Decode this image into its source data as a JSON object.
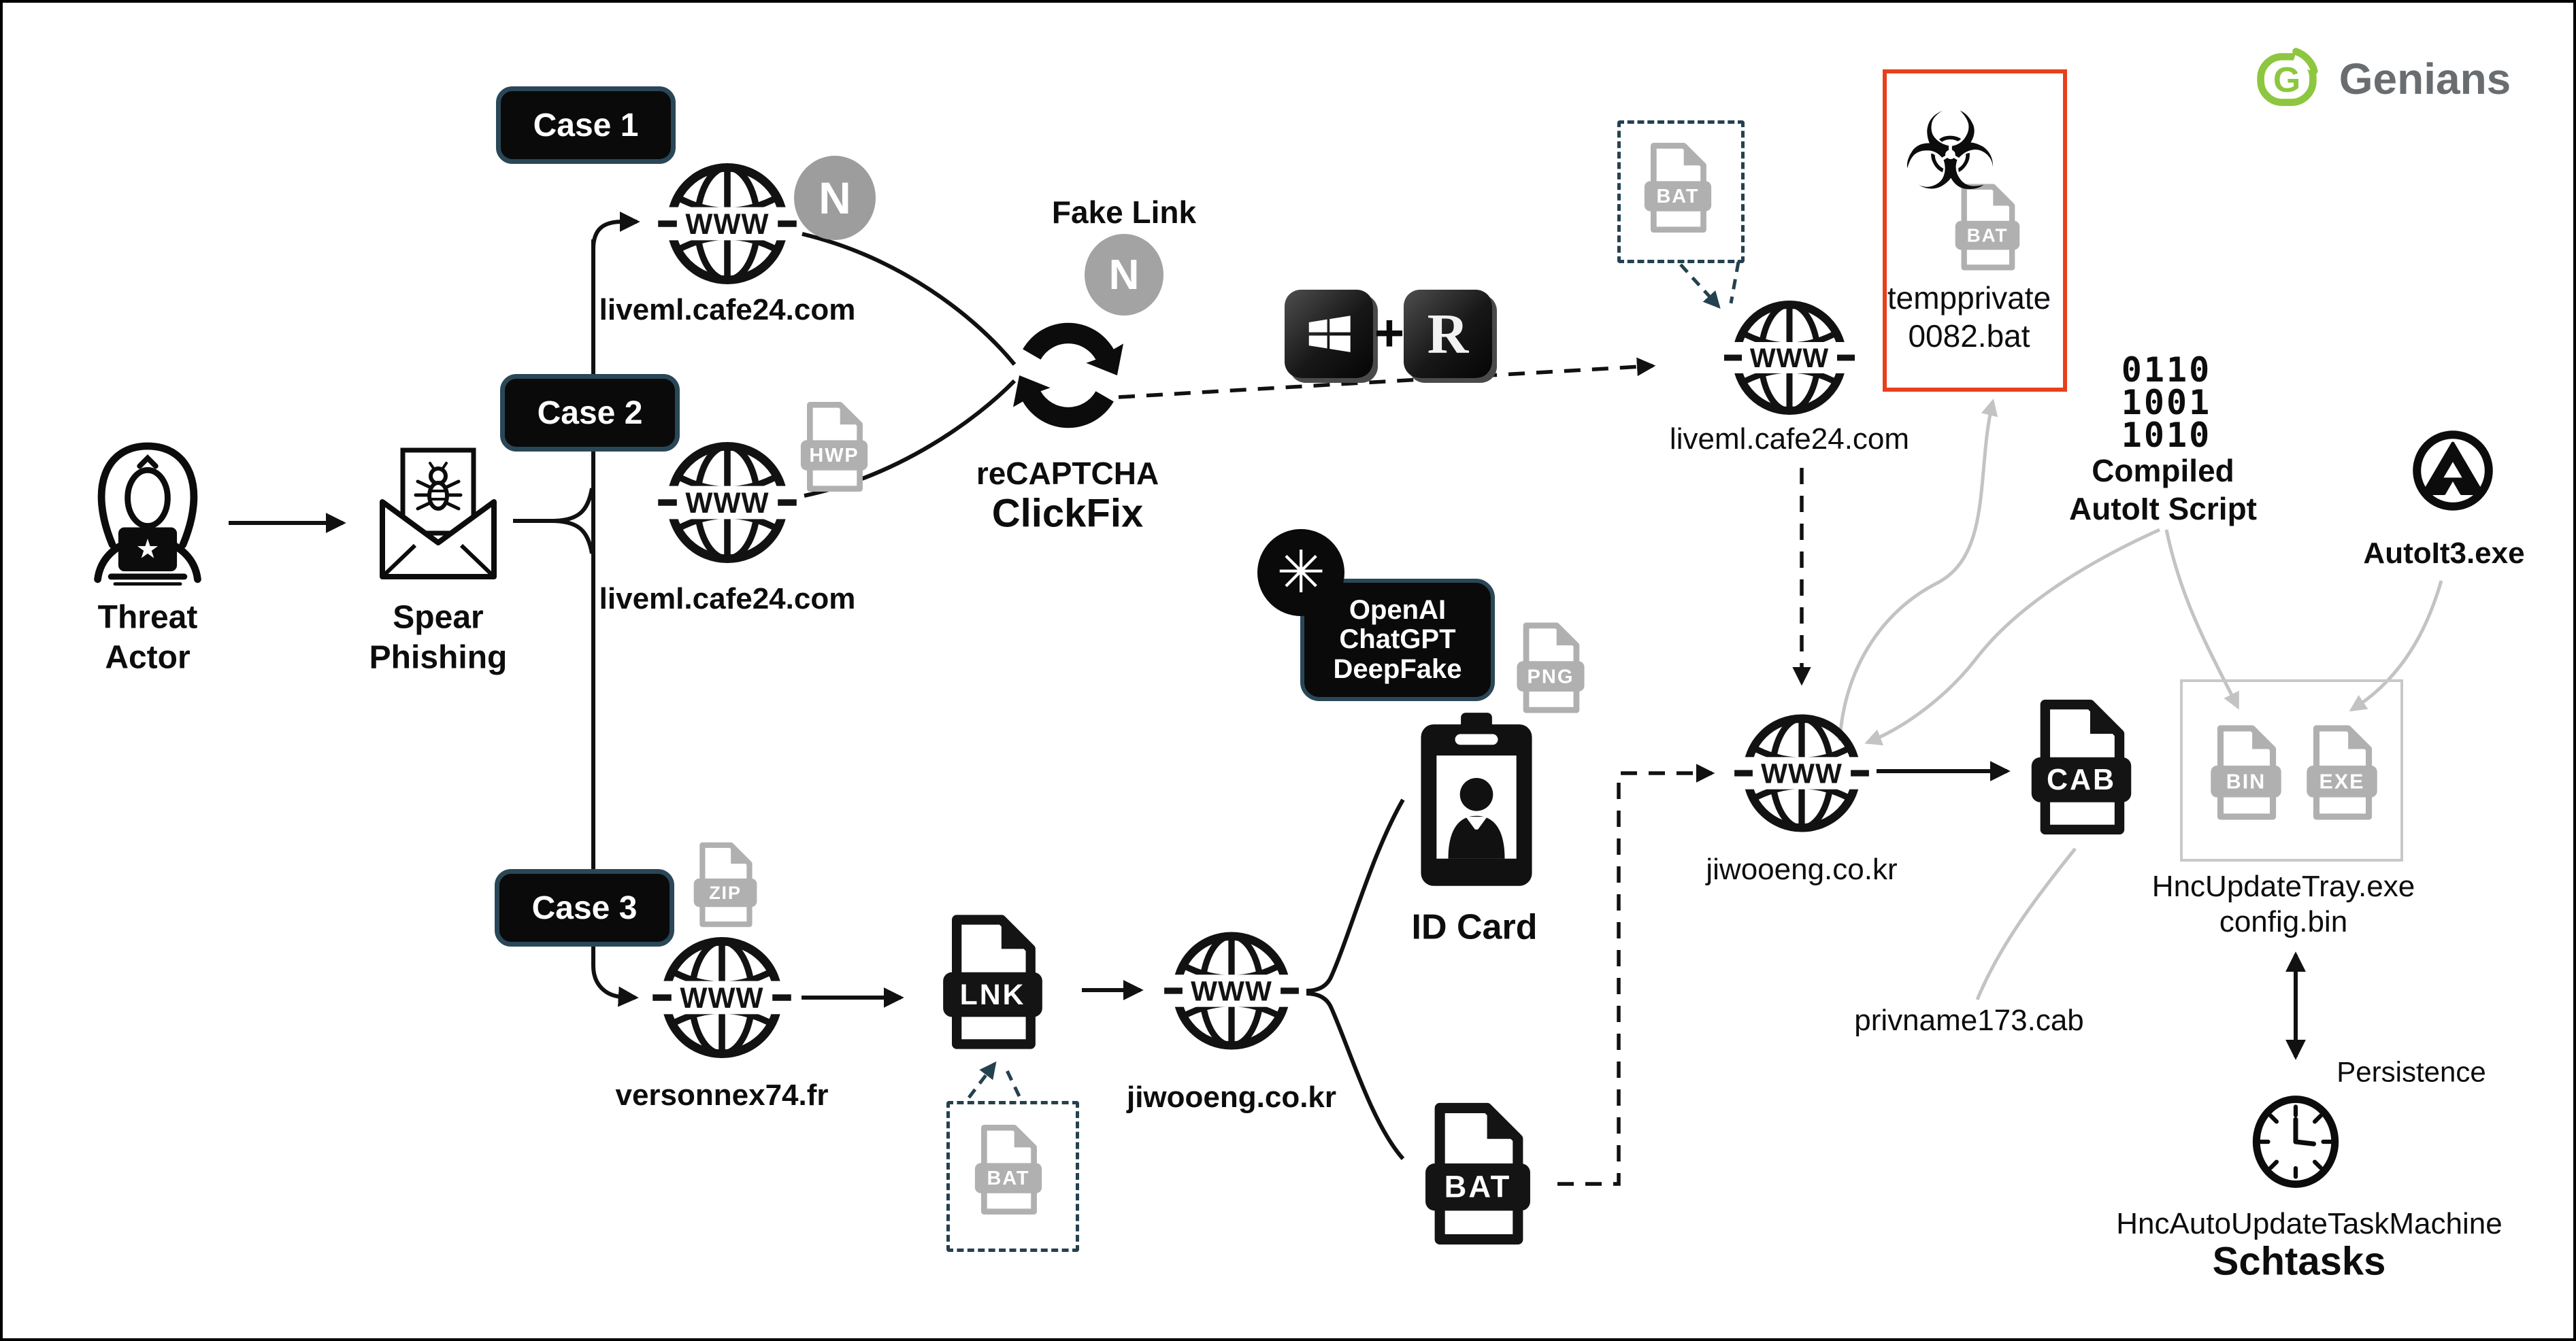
{
  "brand": {
    "name": "Genians",
    "mark_letter": "G"
  },
  "cases": {
    "case1": "Case 1",
    "case2": "Case 2",
    "case3": "Case 3"
  },
  "actors": {
    "threat_actor": "Threat\nActor",
    "spear_phishing": "Spear\nPhishing"
  },
  "domains": {
    "case1": "liveml.cafe24.com",
    "case2": "liveml.cafe24.com",
    "case3": "versonnex74.fr",
    "c2_mid": "liveml.cafe24.com",
    "jiwooeng_mid": "jiwooeng.co.kr",
    "jiwooeng_case3": "jiwooeng.co.kr"
  },
  "labels": {
    "fake_link": "Fake Link",
    "recaptcha": "reCAPTCHA",
    "clickfix": "ClickFix",
    "tempprivate": "tempprivate\n0082.bat",
    "binary": "0110\n1001\n1010",
    "compiled": "Compiled\nAutoIt Script",
    "autoit": "AutoIt3.exe",
    "openai_chip": "OpenAI\nChatGPT\nDeepFake",
    "id_card": "ID Card",
    "hnc_files": "HncUpdateTray.exe\nconfig.bin",
    "privname": "privname173.cab",
    "persistence": "Persistence",
    "hnc_task": "HncAutoUpdateTaskMachine",
    "schtasks": "Schtasks"
  },
  "files": {
    "hwp": "HWP",
    "zip": "ZIP",
    "png": "PNG",
    "bat": "BAT",
    "lnk": "LNK",
    "cab": "CAB",
    "bin": "BIN",
    "exe": "EXE"
  },
  "icons": {
    "www": "WWW",
    "naver": "N",
    "run_key": "R",
    "plus": "+",
    "star": "★",
    "biohazard": "☣",
    "openai_flower": "✳"
  },
  "colors": {
    "alert_red": "#e8401c",
    "genians_green": "#8dc63f",
    "icon_grey": "#b0b0b0",
    "line_grey": "#c3c3c3",
    "navy_dash": "#24414f",
    "brand_text": "#6a6d70"
  }
}
